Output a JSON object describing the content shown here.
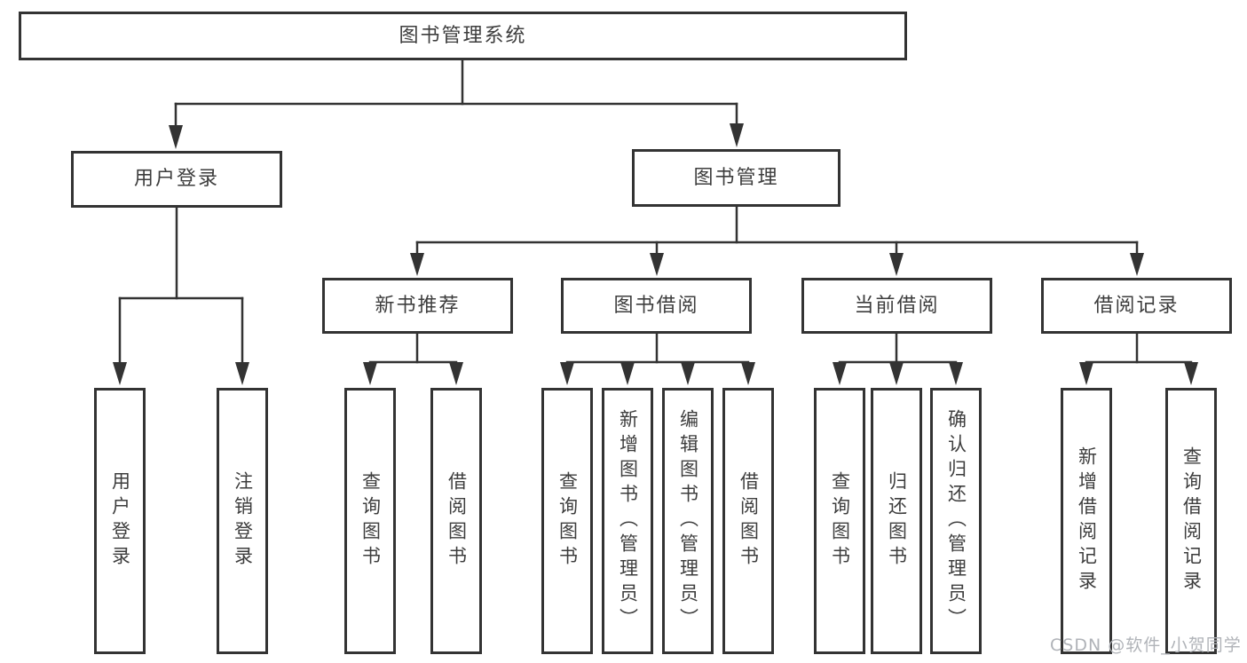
{
  "diagram": {
    "root": {
      "label": "图书管理系统"
    },
    "level1": [
      {
        "id": "user-login",
        "label": "用户登录"
      },
      {
        "id": "book-management",
        "label": "图书管理"
      }
    ],
    "level2": [
      {
        "id": "new-book-recommend",
        "label": "新书推荐"
      },
      {
        "id": "book-borrowing",
        "label": "图书借阅"
      },
      {
        "id": "current-borrowing",
        "label": "当前借阅"
      },
      {
        "id": "borrowing-records",
        "label": "借阅记录"
      }
    ],
    "leaves": {
      "user_login": [
        "用户登录",
        "注销登录"
      ],
      "new_book_recommend": [
        "查询图书",
        "借阅图书"
      ],
      "book_borrowing": [
        "查询图书",
        "新增图书（管理员）",
        "编辑图书（管理员）",
        "借阅图书"
      ],
      "current_borrowing": [
        "查询图书",
        "归还图书",
        "确认归还（管理员）"
      ],
      "borrowing_records": [
        "新增借阅记录",
        "查询借阅记录"
      ]
    },
    "watermark": "CSDN @软件_小贺同学",
    "colors": {
      "line": "#333333",
      "text": "#3d3d3d",
      "box_background": "#ffffff",
      "watermark": "#b0b3b8",
      "background": "#ffffff"
    }
  }
}
